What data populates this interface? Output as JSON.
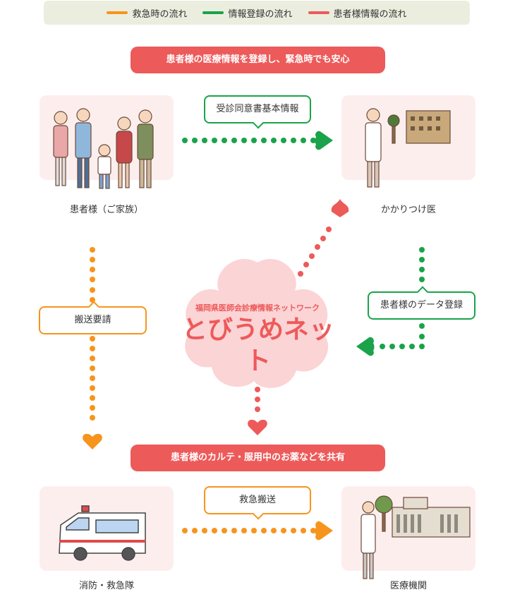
{
  "legend": {
    "items": [
      {
        "label": "救急時の流れ",
        "color": "#f7941d"
      },
      {
        "label": "情報登録の流れ",
        "color": "#1aa34a"
      },
      {
        "label": "患者様情報の流れ",
        "color": "#ed5a5a"
      }
    ]
  },
  "banners": {
    "top": "患者様の医療情報を登録し、緊急時でも安心",
    "middle": "患者様のカルテ・服用中のお薬などを共有"
  },
  "nodes": {
    "patients": "患者様（ご家族）",
    "family_doctor": "かかりつけ医",
    "fire_ems": "消防・救急隊",
    "hospital": "医療機関"
  },
  "bubbles": {
    "consent": "受診同意書基本情報",
    "transport_request": "搬送要請",
    "data_registration": "患者様のデータ登録",
    "emergency_transport": "救急搬送"
  },
  "center": {
    "subtitle": "福岡県医師会診療情報ネットワーク",
    "logo_text": "とびうめネット"
  },
  "colors": {
    "emergency": "#f7941d",
    "registration": "#1aa34a",
    "patient_info": "#ed5a5a",
    "card_bg": "#fdeeee",
    "blossom": "#fbd4d6"
  }
}
